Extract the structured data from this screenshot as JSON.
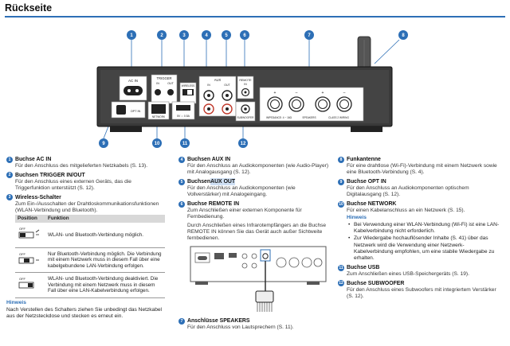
{
  "page": {
    "title": "Rückseite"
  },
  "panel": {
    "ac_in": "AC IN",
    "trigger": "TRIGGER",
    "trigger_in": "IN",
    "trigger_out": "OUT",
    "wireless": "WIRELESS",
    "aux": "AUX",
    "remote": "REMOTE",
    "remote_in": "IN",
    "opt_in": "OPT IN",
    "network": "NETWORK",
    "usb": "5V ⎓ 0.5A",
    "subwoofer": "SUBWOOFER",
    "speakers": "SPEAKERS",
    "impedance": "IMPEDANCE: 4 ~ 16Ω",
    "class2": "CLASS 2 WIRING",
    "plus": "+",
    "minus": "–",
    "callouts": [
      "1",
      "2",
      "3",
      "4",
      "5",
      "6",
      "7",
      "8",
      "9",
      "10",
      "11",
      "12"
    ]
  },
  "items": {
    "i1": {
      "num": "1",
      "title": "Buchse AC IN",
      "body": "Für den Anschluss des mitgelieferten Netzkabels (S. 13)."
    },
    "i2": {
      "num": "2",
      "title": "Buchsen TRIGGER IN/OUT",
      "body": "Für den Anschluss eines externen Geräts, das die Triggerfunktion unterstützt (S. 12)."
    },
    "i3": {
      "num": "3",
      "title": "Wireless-Schalter",
      "body": "Zum Ein-/Ausschalten der Drahtloskommunikationsfunktionen (WLAN-Verbindung und Bluetooth)."
    },
    "i4": {
      "num": "4",
      "title": "Buchsen AUX IN",
      "body": "Für den Anschluss an Audiokomponenten (wie Audio-Player) mit Analogausgang (S. 12)."
    },
    "i5": {
      "num": "5",
      "title_a": "Buchsen ",
      "title_b": "AUX OUT",
      "body": "Für den Anschluss an Audiokomponenten (wie Vollverstärker) mit Analogeingang."
    },
    "i6": {
      "num": "6",
      "title": "Buchse REMOTE IN",
      "body1": "Zum Anschließen einer externen Komponente für Fernbedienung.",
      "body2": "Durch Anschließen eines Infrarotempfängers an die Buchse REMOTE IN können Sie das Gerät auch außer Sichtweite fernbedienen."
    },
    "i7": {
      "num": "7",
      "title": "Anschlüsse SPEAKERS",
      "body": "Für den Anschluss von Lautsprechern (S. 11)."
    },
    "i8": {
      "num": "8",
      "title": "Funkantenne",
      "body": "Für eine drahtlose (Wi-Fi)-Verbindung mit einem Netzwerk sowie eine Bluetooth-Verbindung (S. 4)."
    },
    "i9": {
      "num": "9",
      "title": "Buchse OPT IN",
      "body": "Für den Anschluss an Audiokomponenten optischem Digitalausgang (S. 12)."
    },
    "i10": {
      "num": "10",
      "title": "Buchse NETWORK",
      "body": "Für einen Kabelanschluss an ein Netzwerk (S. 15)."
    },
    "i11": {
      "num": "11",
      "title": "Buchse USB",
      "body": "Zum Anschließen eines USB-Speichergeräts (S. 19)."
    },
    "i12": {
      "num": "12",
      "title": "Buchse SUBWOOFER",
      "body": "Für den Anschluss eines Subwoofers mit integriertem Verstärker (S. 12)."
    }
  },
  "table": {
    "h_pos": "Position",
    "h_fn": "Funktion",
    "rows": [
      {
        "fn": "WLAN- und Bluetooth-Verbindung möglich."
      },
      {
        "fn": "Nur Bluetooth-Verbindung möglich. Die Verbindung mit einem Netzwerk muss in diesem Fall über eine kabelgebundene LAN-Verbindung erfolgen."
      },
      {
        "fn": "WLAN- und Bluetooth-Verbindung deaktiviert. Die Verbindung mit einem Netzwerk muss in diesem Fall über eine LAN-Kabelverbindung erfolgen."
      }
    ],
    "sw_label": "OFF"
  },
  "hinweis1": {
    "title": "Hinweis",
    "body": "Nach Verstellen des Schalters ziehen Sie unbedingt das Netzkabel aus der Netzsteckdose und stecken es erneut ein."
  },
  "hinweis2": {
    "title": "Hinweis",
    "b1": "Bei Verwendung einer WLAN-Verbindung (Wi-Fi) ist eine LAN-Kabelverbindung nicht erforderlich.",
    "b2": "Zur Wiedergabe hochauflösender Inhalte (S. 41) über das Netzwerk wird die Verwendung einer Netzwerk-Kabelverbindung empfohlen, um eine stabile Wiedergabe zu erhalten."
  },
  "colors": {
    "accent": "#2d6fb6",
    "callout": "#2d6fb6",
    "device": "#3a3a3a"
  }
}
